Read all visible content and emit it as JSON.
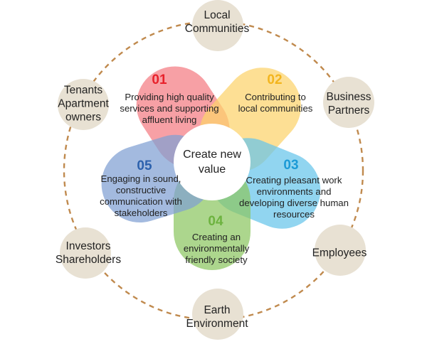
{
  "center": {
    "line1": "Create new",
    "line2": "value"
  },
  "petals": [
    {
      "number": "01",
      "lines": [
        "Providing high quality",
        "services and supporting",
        "affluent living"
      ],
      "color": "#f47b82",
      "number_color": "#e8212b"
    },
    {
      "number": "02",
      "lines": [
        "Contributing to",
        "local communities"
      ],
      "color": "#fcd36b",
      "number_color": "#f3b51e"
    },
    {
      "number": "03",
      "lines": [
        "Creating pleasant work",
        "environments and",
        "developing diverse human",
        "resources"
      ],
      "color": "#66c5ea",
      "number_color": "#1b9ad6"
    },
    {
      "number": "04",
      "lines": [
        "Creating an",
        "environmentally",
        "friendly society"
      ],
      "color": "#8cc661",
      "number_color": "#6db33f"
    },
    {
      "number": "05",
      "lines": [
        "Engaging in sound,",
        "constructive",
        "communication with",
        "stakeholders"
      ],
      "color": "#7f9fd3",
      "number_color": "#2c61ad"
    }
  ],
  "stakeholders": [
    {
      "lines": [
        "Local",
        "Communities"
      ]
    },
    {
      "lines": [
        "Business",
        "Partners"
      ]
    },
    {
      "lines": [
        "Employees"
      ]
    },
    {
      "lines": [
        "Earth",
        "Environment"
      ]
    },
    {
      "lines": [
        "Investors",
        "Shareholders"
      ]
    },
    {
      "lines": [
        "Tenants",
        "Apartment",
        "owners"
      ]
    }
  ],
  "colors": {
    "stakeholder_circle": "#e8e1d3",
    "dashed_ring": "#c08a4e"
  }
}
